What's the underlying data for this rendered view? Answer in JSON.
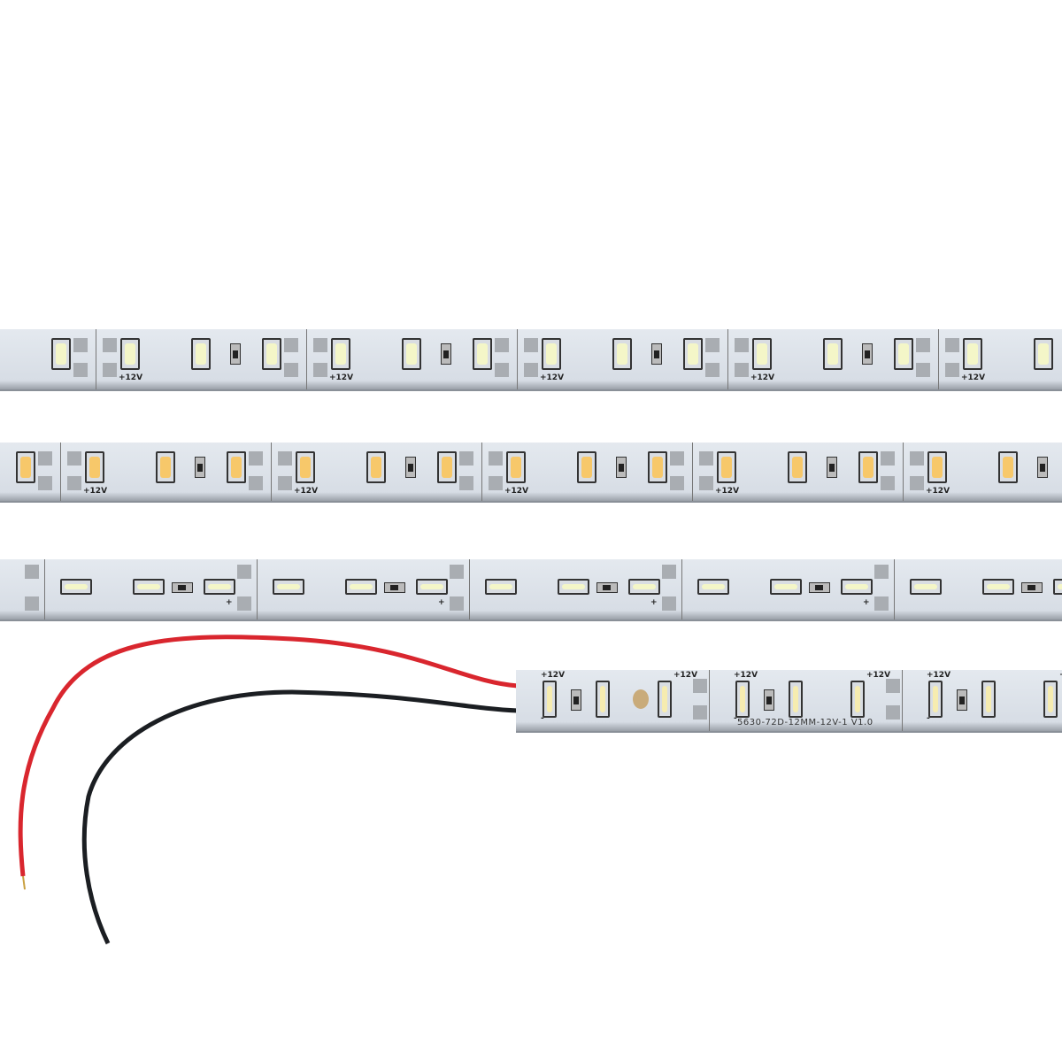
{
  "colors": {
    "cool_white": "#f4f6c8",
    "warm_white": "#f7c86a",
    "neutral": "#f6ecb0",
    "pcb": "#dde3ea",
    "red_wire": "#d9262e",
    "black_wire": "#1b1e22"
  },
  "strips": [
    {
      "name": "cool-white-strip",
      "tone": "cool_white",
      "polarity_label": "+12V"
    },
    {
      "name": "warm-white-strip",
      "tone": "warm_white",
      "polarity_label": "+12V"
    },
    {
      "name": "side-view-strip",
      "tone": "cool_white",
      "polarity_label": "+"
    },
    {
      "name": "wired-strip",
      "tone": "neutral",
      "polarity_label": "+12V",
      "model_code": "5630-72D-12MM-12V-1 V1.0",
      "minus_label": "-"
    }
  ]
}
